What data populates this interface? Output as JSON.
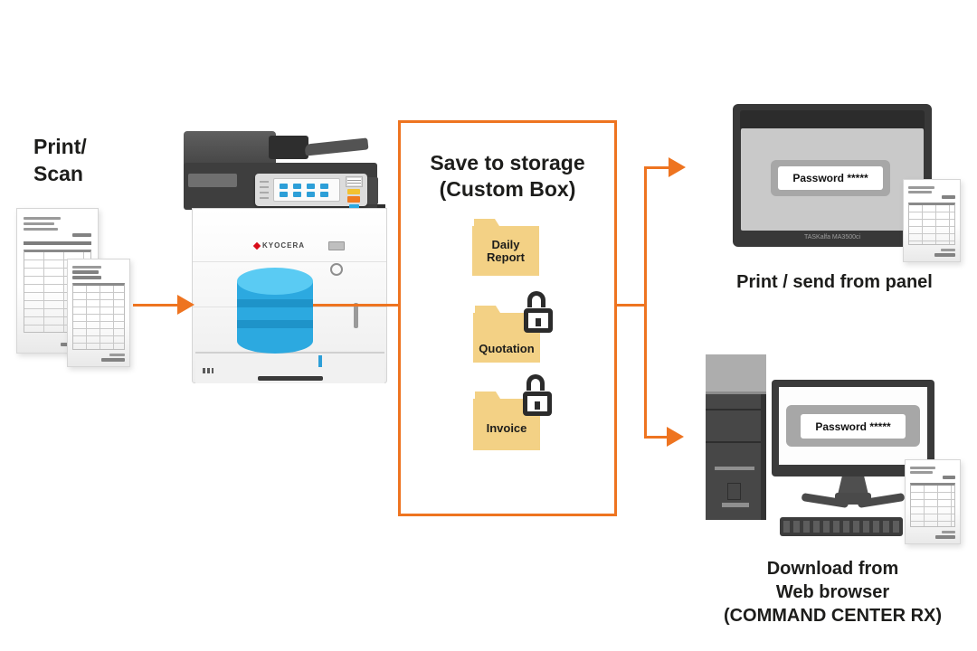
{
  "title_left": "Print/\nScan",
  "printer": {
    "brand": "KYOCERA"
  },
  "storage_box": {
    "title": "Save to storage\n(Custom Box)",
    "folders": [
      {
        "label": "Daily\nReport",
        "locked": false
      },
      {
        "label": "Quotation",
        "locked": true
      },
      {
        "label": "Invoice",
        "locked": true
      }
    ]
  },
  "panel_output": {
    "screen_text": "Password *****",
    "device_model": "TASKalfa MA3500ci",
    "caption": "Print / send from panel"
  },
  "web_output": {
    "screen_text": "Password *****",
    "caption": "Download from\nWeb browser\n(COMMAND CENTER RX)"
  },
  "colors": {
    "accent_orange": "#ee7420",
    "folder_tan": "#f3d185",
    "database_blue": "#2ca9e0",
    "database_blue_light": "#5acbf3",
    "database_blue_dark": "#1e93c9"
  }
}
